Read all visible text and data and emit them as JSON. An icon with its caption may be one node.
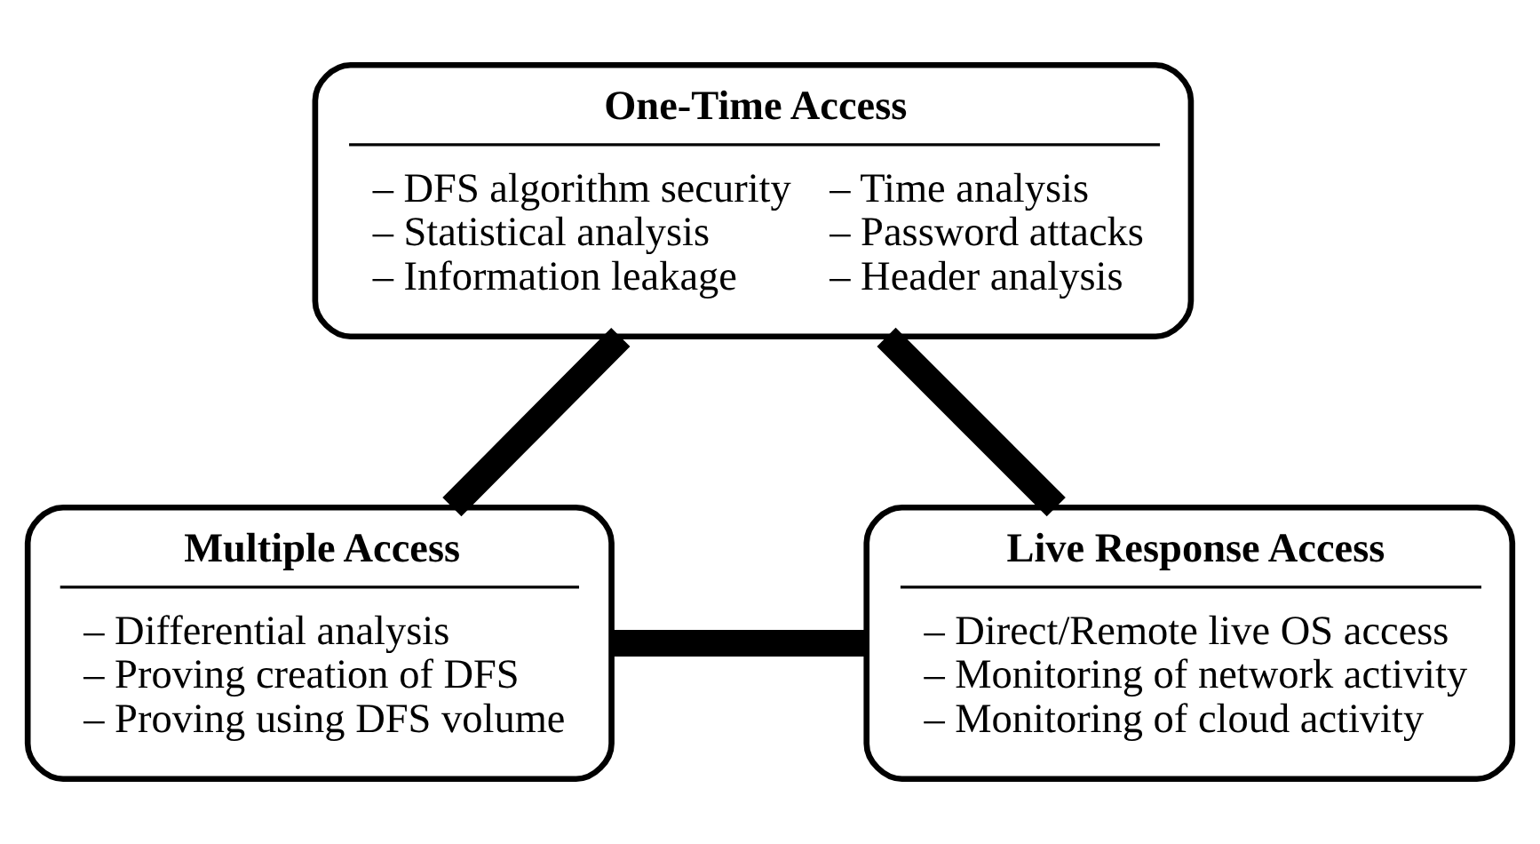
{
  "diagram": {
    "nodes": [
      {
        "text": [
          "One-Time Access",
          "– DFS algorithm security",
          "– Statistical analysis",
          "– Information leakage",
          "– Time analysis",
          "– Password attacks",
          "– Header analysis"
        ]
      },
      {
        "text": [
          "Multiple Access",
          "– Differential analysis",
          "– Proving creation of DFS",
          "– Proving using DFS volume"
        ]
      },
      {
        "text": [
          "Live Response Access",
          "– Direct/Remote live OS access",
          "– Monitoring of network activity",
          "– Monitoring of cloud activity"
        ]
      }
    ],
    "edges": [
      {
        "from": 0,
        "to": 1,
        "arrow": "none"
      },
      {
        "from": 0,
        "to": 2,
        "arrow": "none"
      },
      {
        "from": 1,
        "to": 2,
        "arrow": "none"
      }
    ]
  }
}
